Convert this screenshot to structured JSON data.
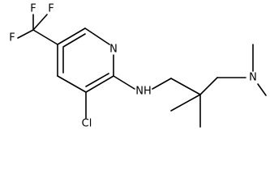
{
  "molecule": {
    "atoms": {
      "F_a": "F",
      "F_b": "F",
      "F_c": "F",
      "N_ring": "N",
      "N_amine": "NH",
      "Cl": "Cl",
      "N_dimethyl": "N"
    }
  },
  "colors": {
    "bond": "#000000",
    "label": "#000000",
    "background": "#ffffff"
  }
}
